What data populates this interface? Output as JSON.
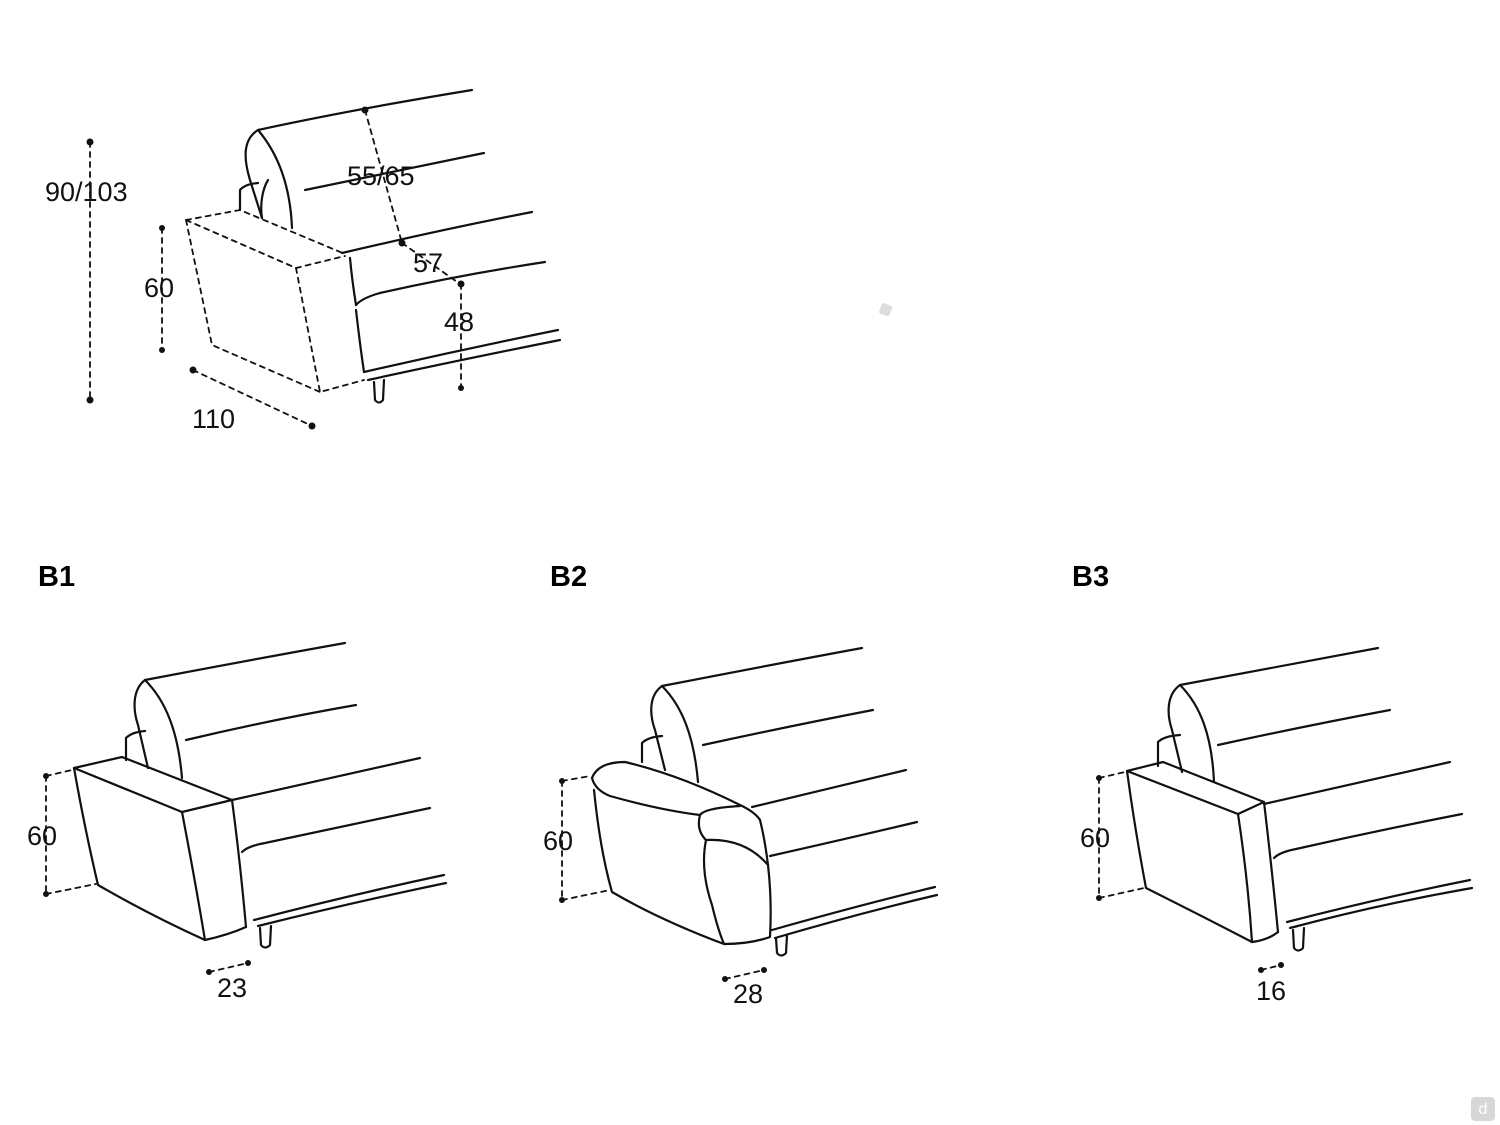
{
  "main_dimensions": {
    "total_height": "90/103",
    "seat_depth": "55/65",
    "arm_height": "60",
    "back_depth": "57",
    "seat_height": "48",
    "total_depth": "110"
  },
  "armrests": [
    {
      "label": "B1",
      "height": "60",
      "width": "23"
    },
    {
      "label": "B2",
      "height": "60",
      "width": "28"
    },
    {
      "label": "B3",
      "height": "60",
      "width": "16"
    }
  ],
  "logo": "d"
}
